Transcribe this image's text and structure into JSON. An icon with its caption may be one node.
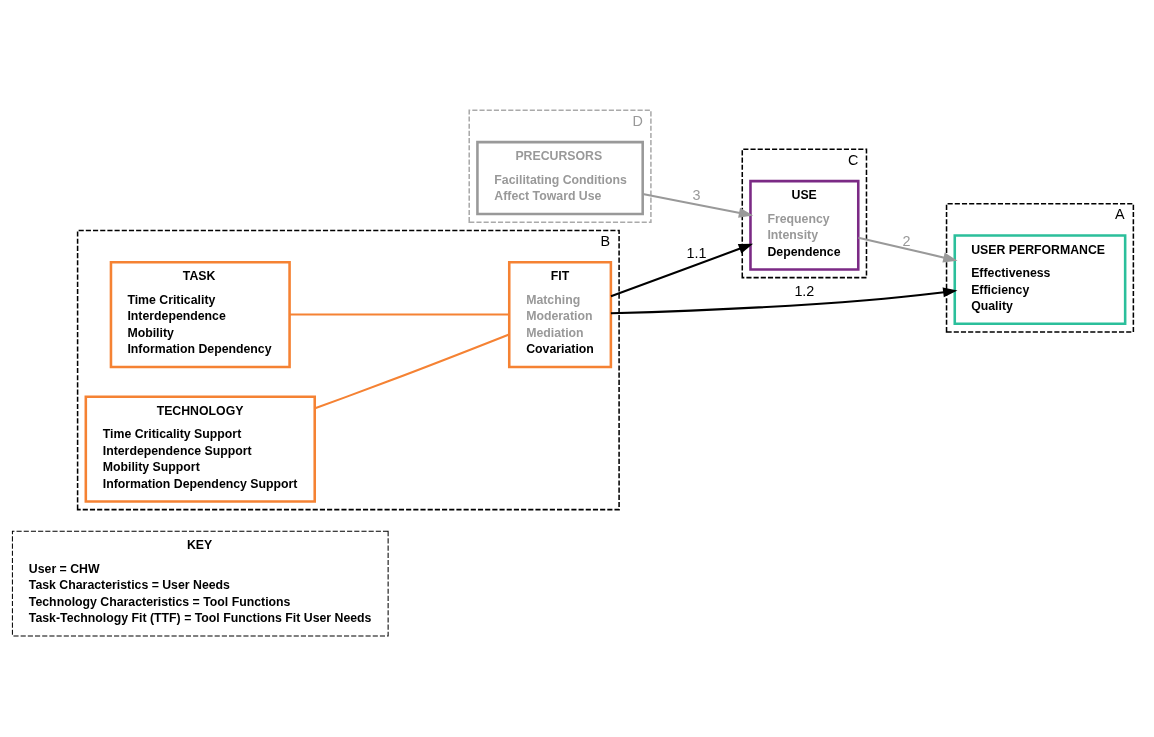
{
  "diagram": {
    "nodes": [
      {
        "text": [
          "KEY",
          "User = CHW",
          "Task Characteristics = User Needs",
          "Technology Characteristics = Tool Functions",
          "Task-Technology Fit (TTF) = Tool Functions Fit User Needs"
        ]
      },
      {
        "text": [
          "A"
        ]
      },
      {
        "text": [
          "USER PERFORMANCE",
          "Effectiveness",
          "Efficiency",
          "Quality"
        ],
        "in": 1
      },
      {
        "text": [
          "B"
        ]
      },
      {
        "text": [
          "TASK",
          "Time Criticality",
          "Interdependence",
          "Mobility",
          "Information Dependency"
        ],
        "in": 3
      },
      {
        "text": [
          "TECHNOLOGY",
          "Time Criticality Support",
          "Interdependence Support",
          "Mobility Support",
          "Information Dependency Support"
        ],
        "in": 3
      },
      {
        "text": [
          "FIT",
          "Matching",
          "Moderation",
          "Mediation",
          "Covariation"
        ],
        "in": 3
      },
      {
        "text": [
          "D"
        ]
      },
      {
        "text": [
          "PRECURSORS",
          "Facilitating Conditions",
          "Affect Toward Use"
        ],
        "in": 7
      },
      {
        "text": [
          "C"
        ]
      },
      {
        "text": [
          "USE",
          "Frequency",
          "Intensity",
          "Dependence"
        ],
        "in": 9
      }
    ],
    "edges": [
      {
        "from": 4,
        "to": 6,
        "arrow": "none",
        "color": "#f58233"
      },
      {
        "from": 5,
        "to": 6,
        "arrow": "none",
        "color": "#f58233"
      },
      {
        "from": 6,
        "to": 2,
        "arrow": "to",
        "label": "1.2",
        "color": "#000000"
      },
      {
        "from": 6,
        "to": 10,
        "arrow": "to",
        "label": "1.1",
        "color": "#000000"
      },
      {
        "from": 10,
        "to": 2,
        "arrow": "to",
        "label": "2",
        "color": "#999999"
      },
      {
        "from": 8,
        "to": 10,
        "arrow": "to",
        "label": "3",
        "color": "#999999"
      }
    ]
  }
}
